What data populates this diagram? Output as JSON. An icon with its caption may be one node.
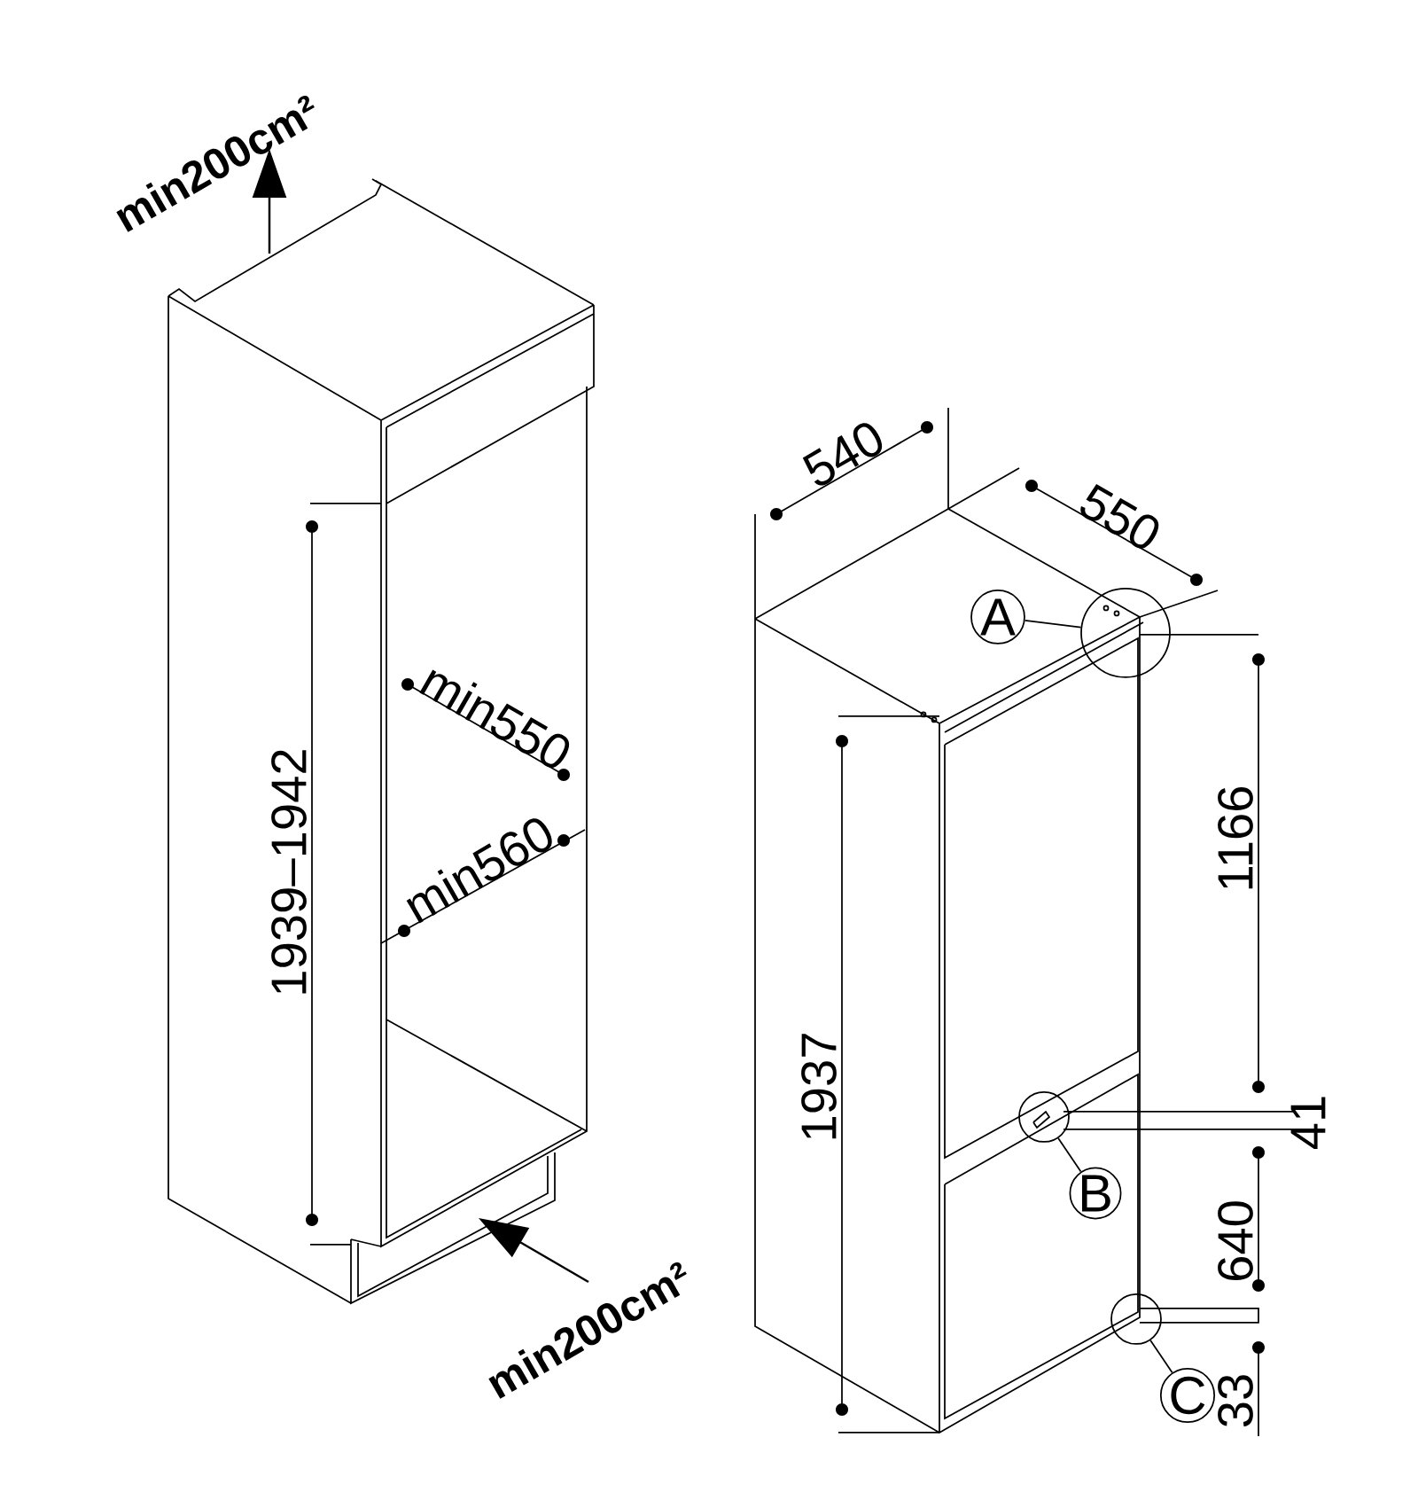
{
  "diagram": {
    "nodes": [
      {
        "text": [
          "A"
        ]
      },
      {
        "text": [],
        "shape": "circle"
      },
      {
        "text": [
          "B"
        ]
      },
      {
        "text": [],
        "shape": "circle"
      },
      {
        "text": [
          "C"
        ]
      },
      {
        "text": [],
        "shape": "circle"
      }
    ],
    "edges": [
      {
        "from": 0,
        "to": 1,
        "arrow": "none"
      },
      {
        "from": 2,
        "to": 3,
        "arrow": "none"
      },
      {
        "from": 4,
        "to": 5,
        "arrow": "none"
      }
    ],
    "labels": [
      "min200cm²",
      "1939–1942",
      "min550",
      "min560",
      "min200cm²",
      "540",
      "550",
      "1166",
      "1937",
      "41",
      "640",
      "33"
    ]
  }
}
